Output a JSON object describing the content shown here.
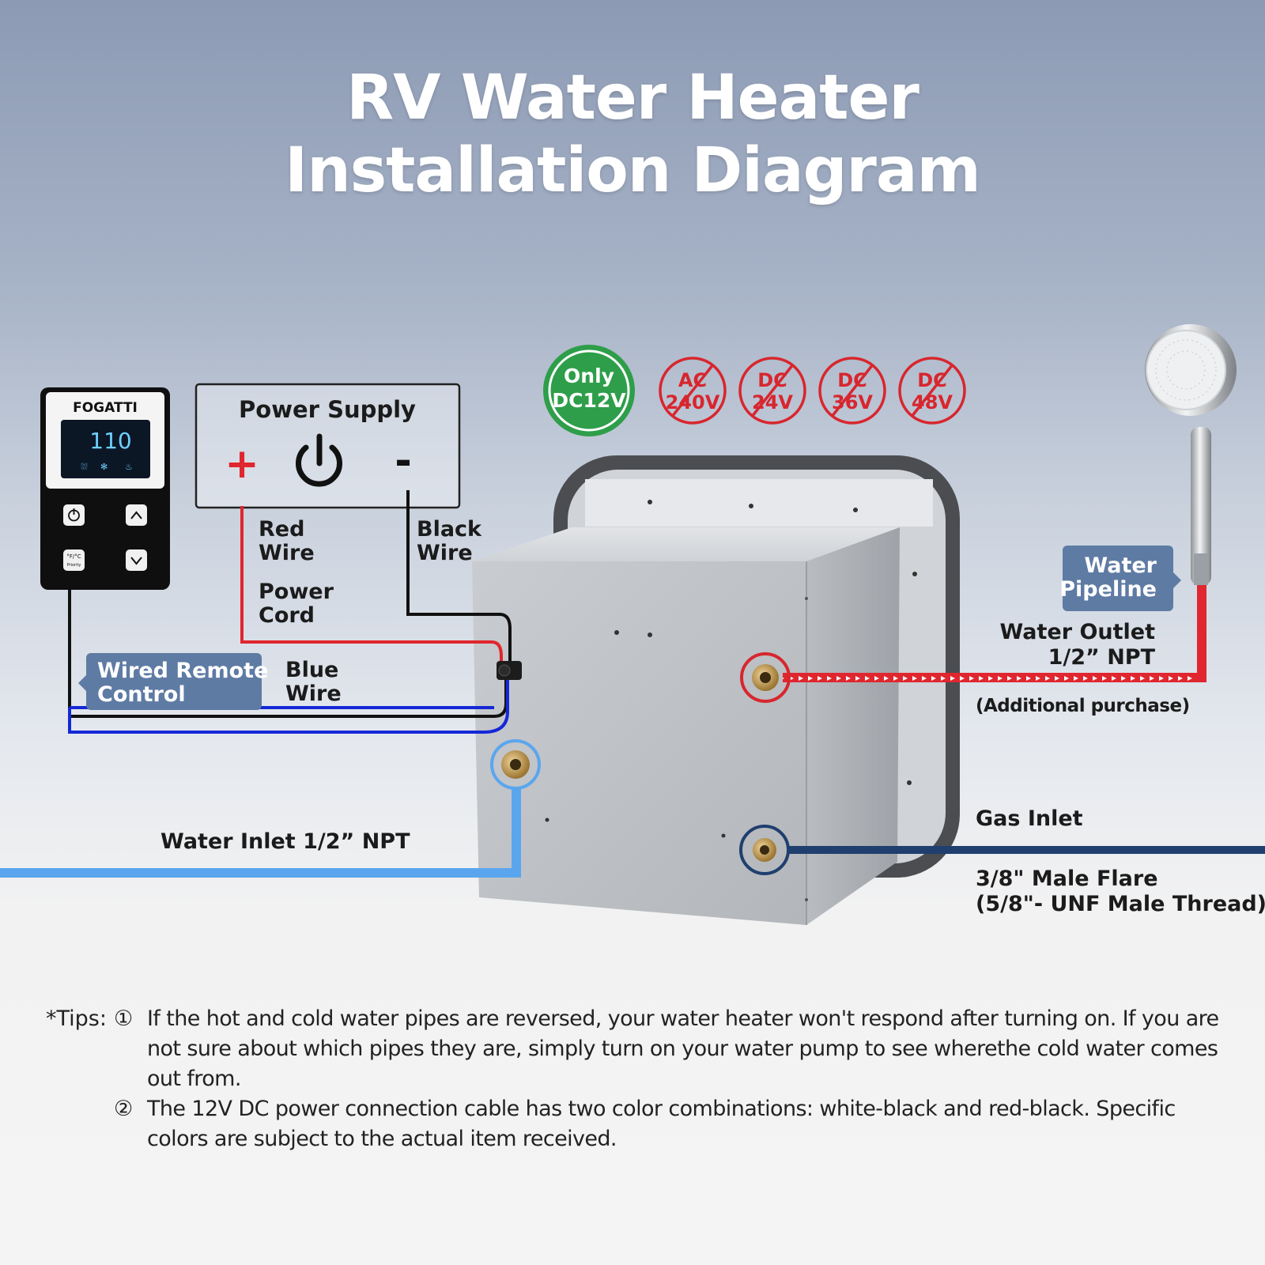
{
  "title": {
    "line1": "RV Water Heater",
    "line2": "Installation Diagram"
  },
  "controller": {
    "brand": "FOGATTI",
    "display": "110",
    "unit_label": "°F/°C",
    "priority_label": "Priority"
  },
  "power_supply": {
    "title": "Power Supply",
    "plus": "+",
    "minus": "-"
  },
  "badges": {
    "ok": {
      "line1": "Only",
      "line2": "DC12V",
      "color": "#2e9e4a"
    },
    "no": [
      {
        "line1": "AC",
        "line2": "240V"
      },
      {
        "line1": "DC",
        "line2": "24V"
      },
      {
        "line1": "DC",
        "line2": "36V"
      },
      {
        "line1": "DC",
        "line2": "48V"
      }
    ],
    "no_color": "#d8262e"
  },
  "labels": {
    "red_wire": [
      "Red",
      "Wire"
    ],
    "black_wire": [
      "Black",
      "Wire"
    ],
    "power_cord": [
      "Power",
      "Cord"
    ],
    "blue_wire": [
      "Blue",
      "Wire"
    ],
    "wired_remote": [
      "Wired Remote",
      "Control"
    ],
    "water_pipeline": [
      "Water",
      "Pipeline"
    ],
    "water_outlet": [
      "Water Outlet",
      "1/2” NPT"
    ],
    "additional": "(Additional purchase)",
    "water_inlet": "Water Inlet 1/2” NPT",
    "gas_inlet": "Gas Inlet",
    "gas_spec": [
      "3/8\" Male Flare",
      "(5/8\"- UNF Male Thread)"
    ]
  },
  "tips": {
    "prefix": "*Tips:",
    "items": [
      {
        "num": "①",
        "text": "If the hot and cold water pipes are reversed, your water heater won't respond after turning on. If you are not sure about which pipes they are, simply turn on your water pump to see wherethe cold water comes out from."
      },
      {
        "num": "②",
        "text": "The 12V DC power connection cable has two color combinations: white-black and red-black. Specific colors are subject to the actual item received."
      }
    ]
  },
  "colors": {
    "hot": "#e0262e",
    "cold": "#5aa6ee",
    "gas": "#1f3f6e",
    "wire_blue": "#1428d6",
    "wire_red": "#e0262e",
    "tag": "#5e7ba4"
  }
}
